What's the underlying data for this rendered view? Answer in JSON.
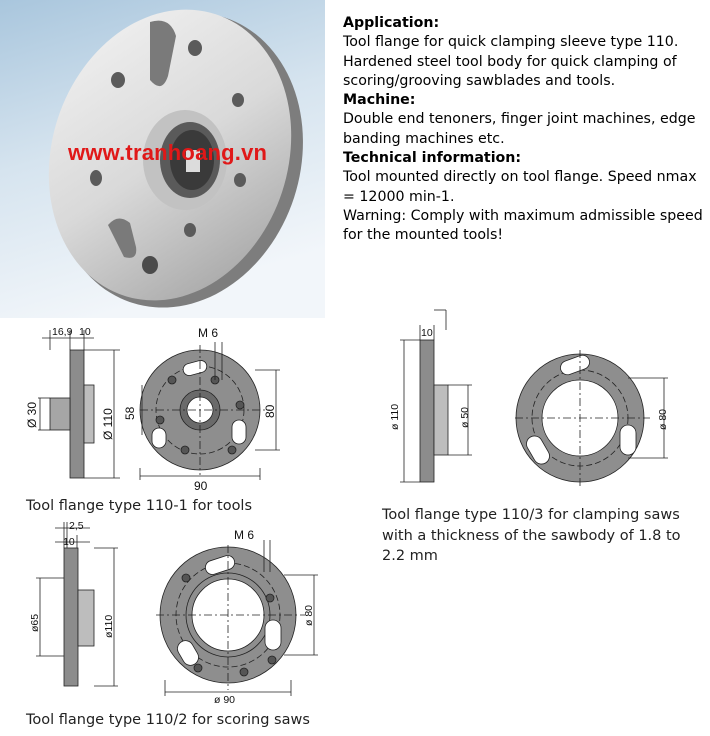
{
  "watermark": "www.tranhoang.vn",
  "spec": {
    "application_heading": "Application:",
    "application_text": "Tool flange for quick clamping sleeve type 110. Hardened steel tool body for quick clamping of scoring/grooving sawblades and tools.",
    "machine_heading": "Machine:",
    "machine_text": "Double end tenoners, finger joint machines, edge banding machines etc.",
    "technical_heading": "Technical information:",
    "technical_text_1": "Tool mounted directly on tool flange. Speed nmax = 12000 min-1.",
    "technical_text_2": "Warning: Comply with maximum admissible speed for the mounted tools!"
  },
  "drawing1": {
    "caption": "Tool flange type 110-1 for tools",
    "dim_top": "16,9",
    "dim_top2": "10",
    "dim_d30": "Ø 30",
    "dim_d110": "Ø 110",
    "dim_m6": "M 6",
    "dim_58": "58",
    "dim_80": "80",
    "dim_90": "90"
  },
  "drawing2": {
    "caption": "Tool flange type 110/3 for clamping saws with a thickness of the sawbody of 1.8 to 2.2 mm",
    "dim_10": "10",
    "dim_d110": "ø 110",
    "dim_d50": "ø 50",
    "dim_d80": "ø 80"
  },
  "drawing3": {
    "caption": "Tool flange type 110/2 for scoring saws",
    "dim_25": "2,5",
    "dim_10": "10",
    "dim_d65": "ø65",
    "dim_d110": "ø110",
    "dim_m6": "M 6",
    "dim_d80": "ø 80",
    "dim_d90": "ø 90"
  }
}
